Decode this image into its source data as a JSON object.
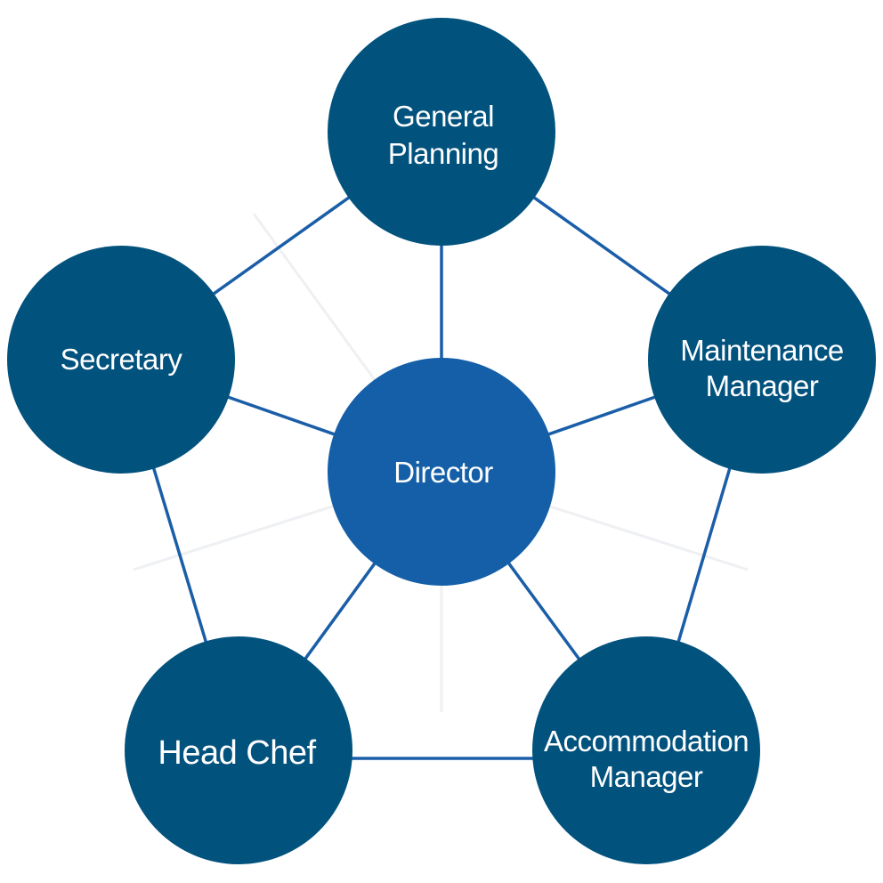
{
  "diagram": {
    "center": {
      "label": "Director",
      "color": "#155fa8"
    },
    "nodes": [
      {
        "id": "general-planning",
        "lines": [
          "General",
          "Planning"
        ]
      },
      {
        "id": "maintenance-manager",
        "lines": [
          "Maintenance",
          "Manager"
        ]
      },
      {
        "id": "accommodation-manager",
        "lines": [
          "Accommodation",
          "Manager"
        ]
      },
      {
        "id": "head-chef",
        "lines": [
          "Head Chef"
        ]
      },
      {
        "id": "secretary",
        "lines": [
          "Secretary"
        ]
      }
    ],
    "node_color": "#02527e",
    "link_color": "#1a5ea8"
  }
}
